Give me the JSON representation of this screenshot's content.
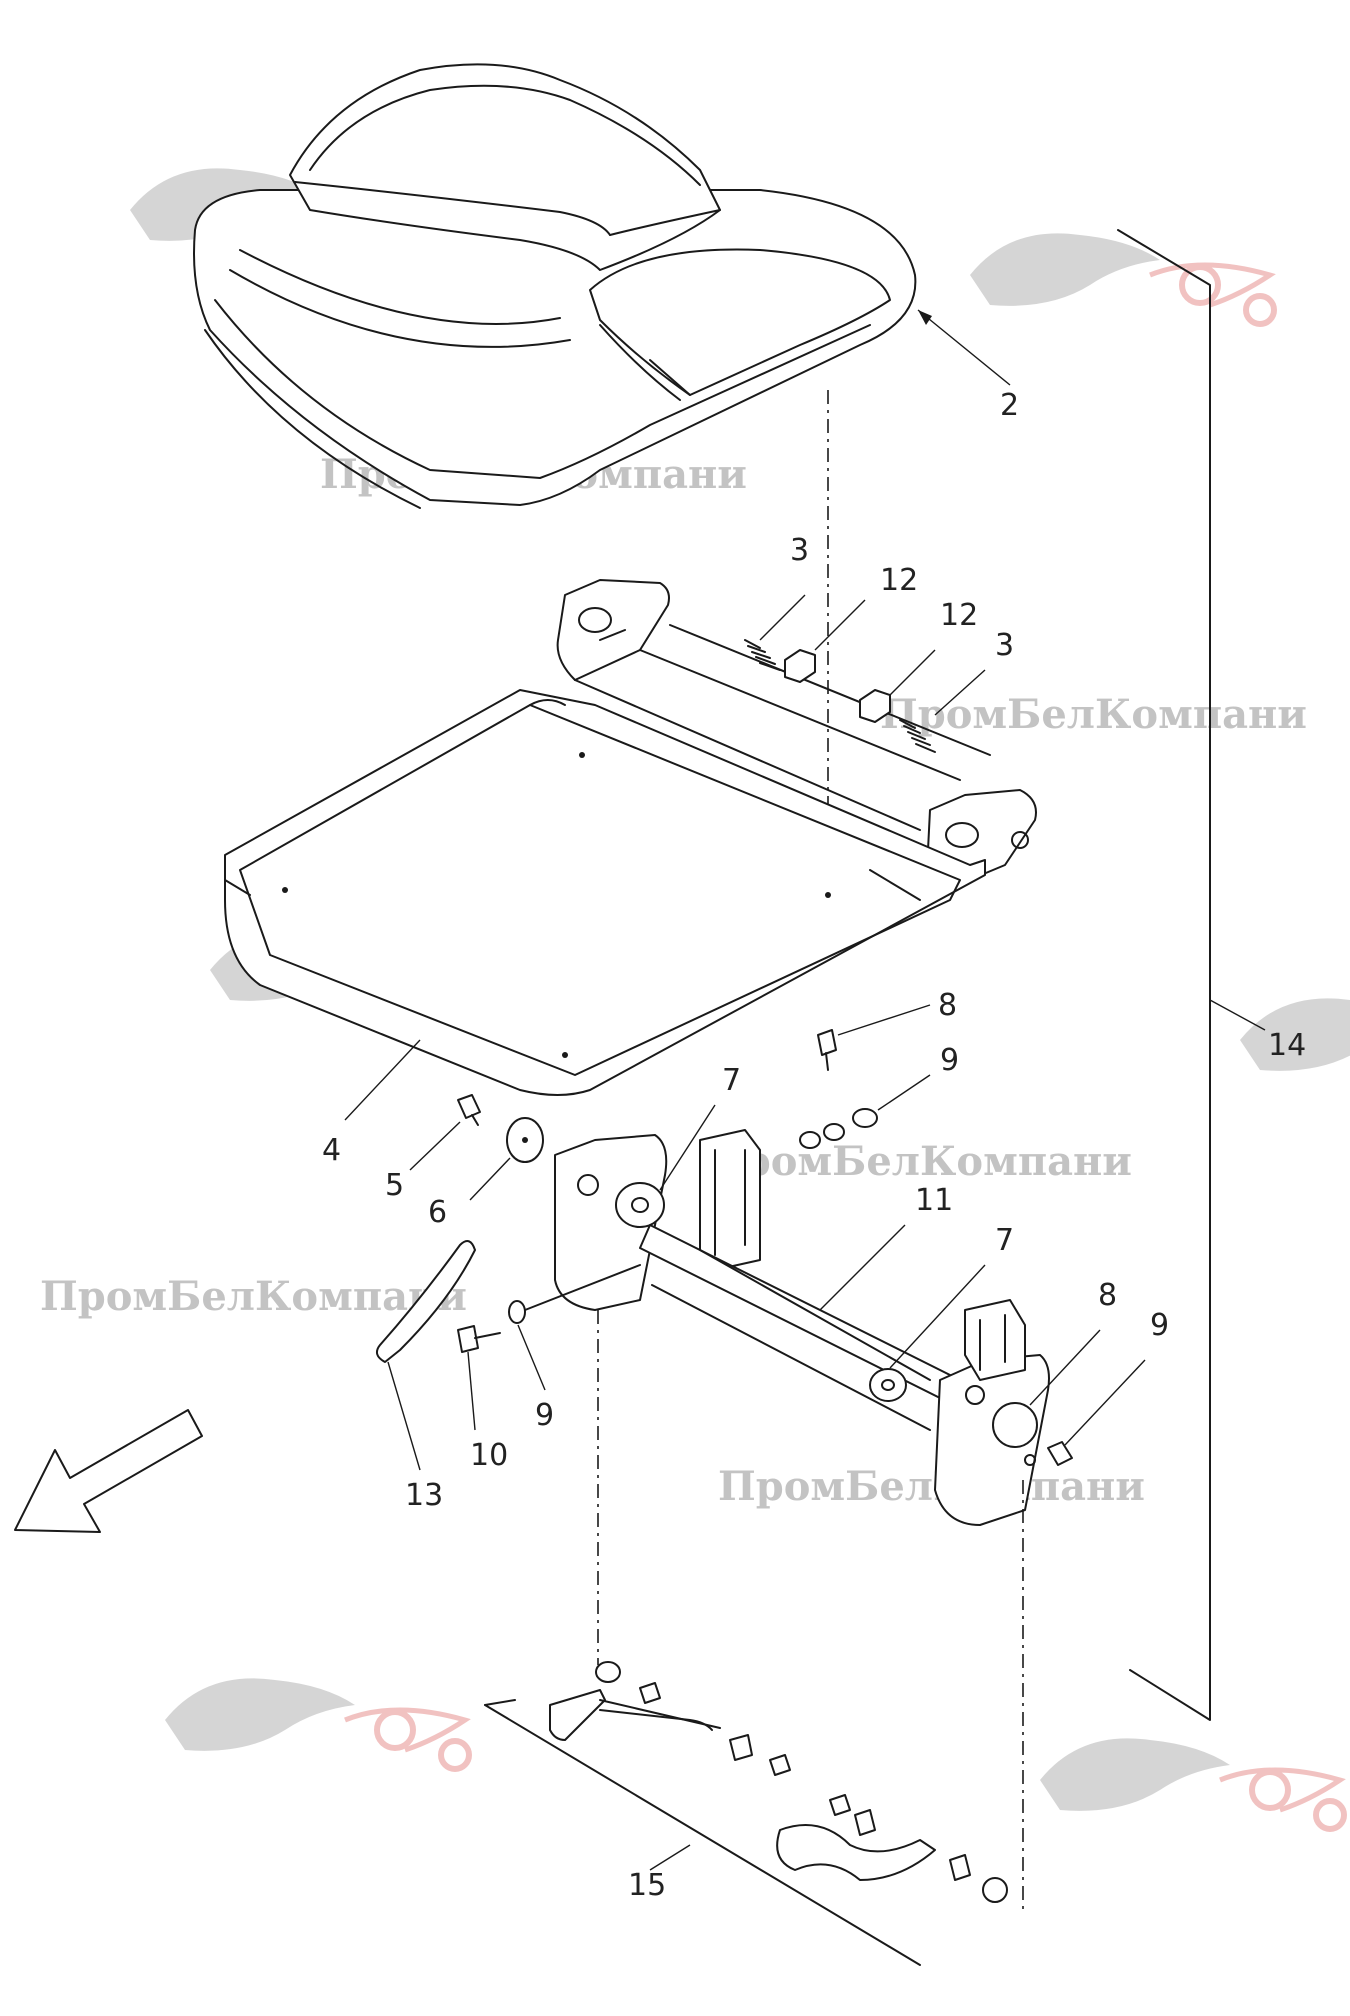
{
  "callouts": {
    "c2": "2",
    "c3a": "3",
    "c12a": "12",
    "c12b": "12",
    "c3b": "3",
    "c8a": "8",
    "c9a": "9",
    "c7a": "7",
    "c4": "4",
    "c5": "5",
    "c6": "6",
    "c11": "11",
    "c7b": "7",
    "c8b": "8",
    "c9b": "9",
    "c9c": "9",
    "c10": "10",
    "c13": "13",
    "c14": "14",
    "c15": "15"
  },
  "watermark": {
    "text1": "ПромБелКомпани",
    "text2": "ПромБелКомпани",
    "text3": "ПромБелКомпани",
    "text4": "ПромБелКомпани",
    "text5": "ПромБелКомпани"
  },
  "colors": {
    "line": "#1a1a1a",
    "watermark_text": "#b0b0b0",
    "watermark_logo": "#d9534f"
  }
}
